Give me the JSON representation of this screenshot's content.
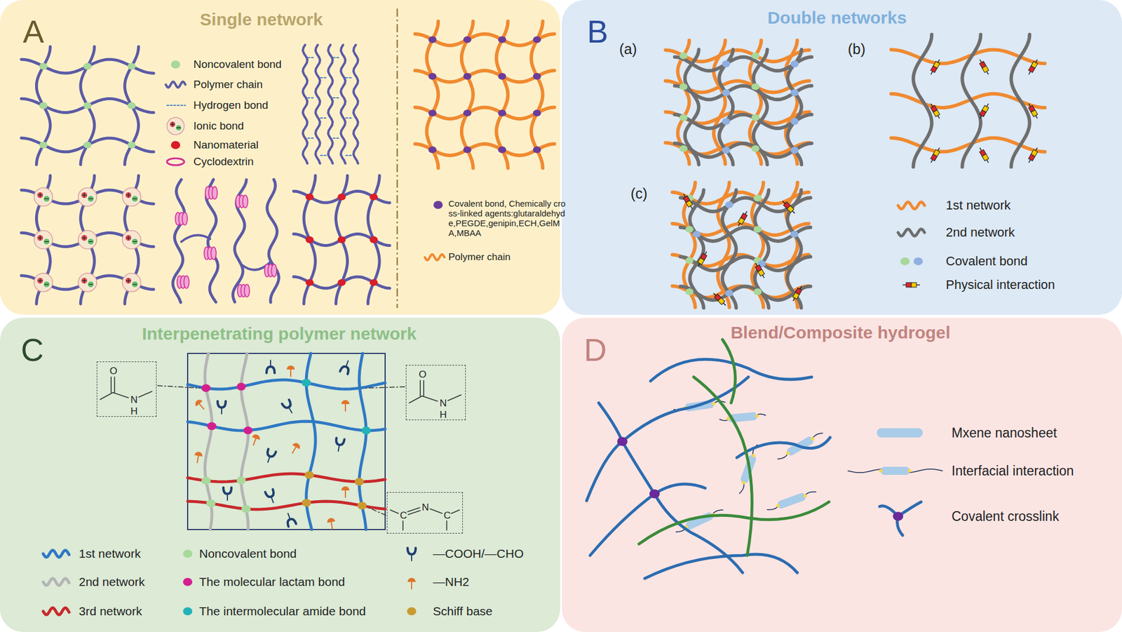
{
  "diagram": {
    "nodes": [
      {
        "text": [
          "A",
          "Single network"
        ]
      },
      {
        "text": [
          "B",
          "Double networks"
        ]
      },
      {
        "text": [
          "C",
          "Interpenetrating polymer network"
        ]
      },
      {
        "text": [
          "D",
          "Blend/Composite hydrogel"
        ]
      },
      {
        "text": [
          "O",
          "N",
          "H"
        ],
        "in": 2
      },
      {
        "text": [
          "O",
          "N",
          "H"
        ],
        "in": 2
      },
      {
        "text": [
          "C",
          "N",
          "C"
        ],
        "in": 2
      }
    ],
    "labels": [
      "(a)",
      "(b)",
      "(c)"
    ],
    "legend": [
      {
        "text": "Noncovalent bond",
        "color": "#a8d89a"
      },
      {
        "text": "Polymer chain"
      },
      {
        "text": "Hydrogen bond"
      },
      {
        "text": "Ionic bond"
      },
      {
        "text": "Nanomaterial",
        "color": "#d81e28"
      },
      {
        "text": "Cyclodextrin"
      },
      {
        "text": "Covalent bond, Chemically cross-linked agents:glutaraldehyde,PEGDE,genipin,ECH,GelMA,MBAA",
        "color": "#6a3d9a"
      },
      {
        "text": "Polymer chain"
      },
      {
        "text": "1st network"
      },
      {
        "text": "2nd network"
      },
      {
        "text": "Covalent bond"
      },
      {
        "text": "Physical interaction"
      },
      {
        "text": "1st network"
      },
      {
        "text": "2nd network"
      },
      {
        "text": "3rd network"
      },
      {
        "text": "Noncovalent bond",
        "color": "#a8d89a"
      },
      {
        "text": "The molecular lactam bond",
        "color": "#d4208f"
      },
      {
        "text": "The intermolecular amide bond",
        "color": "#22b3b8"
      },
      {
        "text": "—COOH/—CHO"
      },
      {
        "text": "—NH2"
      },
      {
        "text": "Schiff base",
        "color": "#c89a30"
      },
      {
        "text": "Mxene nanosheet"
      },
      {
        "text": "Interfacial interaction"
      },
      {
        "text": "Covalent crosslink"
      }
    ]
  }
}
